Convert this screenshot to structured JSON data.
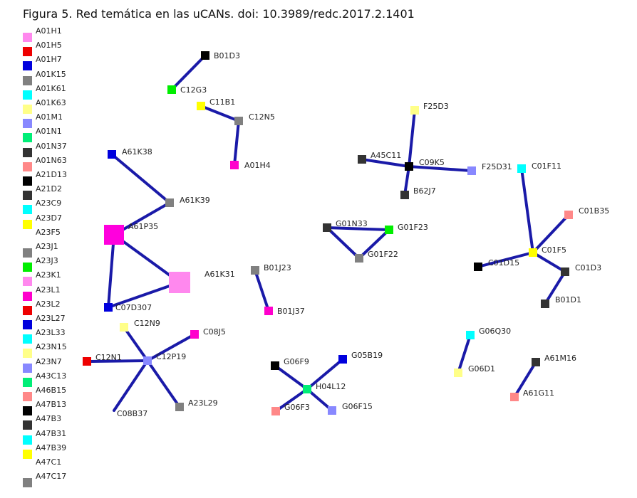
{
  "figure": {
    "title": "Figura 5. Red temática en las uCANs. doi: 10.3989/redc.2017.2.1401"
  },
  "legend": [
    {
      "label": "A01H1",
      "color": "#ff88ee"
    },
    {
      "label": "A01H5",
      "color": "#ee0000"
    },
    {
      "label": "A01H7",
      "color": "#0000dd"
    },
    {
      "label": "A01K15",
      "color": "#808080"
    },
    {
      "label": "A01K61",
      "color": "#00ffff"
    },
    {
      "label": "A01K63",
      "color": "#ffff88"
    },
    {
      "label": "A01M1",
      "color": "#8888ff"
    },
    {
      "label": "A01N1",
      "color": "#00ee77"
    },
    {
      "label": "A01N37",
      "color": "#333333"
    },
    {
      "label": "A01N63",
      "color": "#ff8888"
    },
    {
      "label": "A21D13",
      "color": "#000000"
    },
    {
      "label": "A21D2",
      "color": "#333333"
    },
    {
      "label": "A23C9",
      "color": "#00ffff"
    },
    {
      "label": "A23D7",
      "color": "#ffff00"
    },
    {
      "label": "A23F5",
      "color": null
    },
    {
      "label": "A23J1",
      "color": "#808080"
    },
    {
      "label": "A23J3",
      "color": "#00ee00"
    },
    {
      "label": "A23K1",
      "color": "#ff88ee"
    },
    {
      "label": "A23L1",
      "color": "#ff00cc"
    },
    {
      "label": "A23L2",
      "color": "#ee0000"
    },
    {
      "label": "A23L27",
      "color": "#0000dd"
    },
    {
      "label": "A23L33",
      "color": "#00ffff"
    },
    {
      "label": "A23N15",
      "color": "#ffff88"
    },
    {
      "label": "A23N7",
      "color": "#8888ff"
    },
    {
      "label": "A43C13",
      "color": "#00ee77"
    },
    {
      "label": "A46B15",
      "color": "#ff8888"
    },
    {
      "label": "A47B13",
      "color": "#000000"
    },
    {
      "label": "A47B3",
      "color": "#333333"
    },
    {
      "label": "A47B31",
      "color": "#00ffff"
    },
    {
      "label": "A47B39",
      "color": "#ffff00"
    },
    {
      "label": "A47C1",
      "color": null
    },
    {
      "label": "A47C17",
      "color": "#808080"
    }
  ],
  "nodes": [
    {
      "id": "B01D3",
      "label": "B01D3",
      "color": "#000000"
    },
    {
      "id": "C12G3",
      "label": "C12G3",
      "color": "#00ee00"
    },
    {
      "id": "C11B1",
      "label": "C11B1",
      "color": "#ffff00"
    },
    {
      "id": "C12N5",
      "label": "C12N5",
      "color": "#808080"
    },
    {
      "id": "A01H4",
      "label": "A01H4",
      "color": "#ff00cc"
    },
    {
      "id": "A61K38",
      "label": "A61K38",
      "color": "#0000dd"
    },
    {
      "id": "A61K39",
      "label": "A61K39",
      "color": "#808080"
    },
    {
      "id": "A61P35",
      "label": "A61P35",
      "color": "#ff00dd"
    },
    {
      "id": "A61K31",
      "label": "A61K31",
      "color": "#ff88ee"
    },
    {
      "id": "C07D307",
      "label": "C07D307",
      "color": "#0000dd"
    },
    {
      "id": "B01J23",
      "label": "B01J23",
      "color": "#808080"
    },
    {
      "id": "B01J37",
      "label": "B01J37",
      "color": "#ff00cc"
    },
    {
      "id": "C12N9",
      "label": "C12N9",
      "color": "#ffff88"
    },
    {
      "id": "C08J5",
      "label": "C08J5",
      "color": "#ff00cc"
    },
    {
      "id": "C12N1",
      "label": "C12N1",
      "color": "#ee0000"
    },
    {
      "id": "C12P19",
      "label": "C12P19",
      "color": "#8888ff"
    },
    {
      "id": "C08B37",
      "label": "C08B37",
      "color": null
    },
    {
      "id": "A23L29",
      "label": "A23L29",
      "color": "#808080"
    },
    {
      "id": "F25D3",
      "label": "F25D3",
      "color": "#ffff88"
    },
    {
      "id": "A45C11",
      "label": "A45C11",
      "color": "#333333"
    },
    {
      "id": "C09K5",
      "label": "C09K5",
      "color": "#000000"
    },
    {
      "id": "F25D31",
      "label": "F25D31",
      "color": "#8888ff"
    },
    {
      "id": "B62J7",
      "label": "B62J7",
      "color": "#333333"
    },
    {
      "id": "G01N33",
      "label": "G01N33",
      "color": "#333333"
    },
    {
      "id": "G01F23",
      "label": "G01F23",
      "color": "#00ee00"
    },
    {
      "id": "G01F22",
      "label": "G01F22",
      "color": "#808080"
    },
    {
      "id": "C01F11",
      "label": "C01F11",
      "color": "#00ffff"
    },
    {
      "id": "C01B35",
      "label": "C01B35",
      "color": "#ff8888"
    },
    {
      "id": "C01F5",
      "label": "C01F5",
      "color": "#ffff00"
    },
    {
      "id": "C01D15",
      "label": "C01D15",
      "color": "#000000"
    },
    {
      "id": "C01D3",
      "label": "C01D3",
      "color": "#333333"
    },
    {
      "id": "B01D1",
      "label": "B01D1",
      "color": "#333333"
    },
    {
      "id": "G06F9",
      "label": "G06F9",
      "color": "#000000"
    },
    {
      "id": "G05B19",
      "label": "G05B19",
      "color": "#0000dd"
    },
    {
      "id": "H04L12",
      "label": "H04L12",
      "color": "#00ee77"
    },
    {
      "id": "G06F3",
      "label": "G06F3",
      "color": "#ff8888"
    },
    {
      "id": "G06F15",
      "label": "G06F15",
      "color": "#8888ff"
    },
    {
      "id": "G06Q30",
      "label": "G06Q30",
      "color": "#00ffff"
    },
    {
      "id": "G06D1",
      "label": "G06D1",
      "color": "#ffff88"
    },
    {
      "id": "A61M16",
      "label": "A61M16",
      "color": "#333333"
    },
    {
      "id": "A61G11",
      "label": "A61G11",
      "color": "#ff8888"
    }
  ],
  "edges": [
    [
      "B01D3",
      "C12G3"
    ],
    [
      "C11B1",
      "C12N5"
    ],
    [
      "C12N5",
      "A01H4"
    ],
    [
      "A61K38",
      "A61K39"
    ],
    [
      "A61K39",
      "A61P35"
    ],
    [
      "A61P35",
      "A61K31"
    ],
    [
      "A61P35",
      "C07D307"
    ],
    [
      "C07D307",
      "A61K31"
    ],
    [
      "B01J23",
      "B01J37"
    ],
    [
      "C12N9",
      "C12P19"
    ],
    [
      "C08J5",
      "C12P19"
    ],
    [
      "C12N1",
      "C12P19"
    ],
    [
      "C12P19",
      "C08B37"
    ],
    [
      "C12P19",
      "A23L29"
    ],
    [
      "F25D3",
      "C09K5"
    ],
    [
      "A45C11",
      "C09K5"
    ],
    [
      "C09K5",
      "F25D31"
    ],
    [
      "C09K5",
      "B62J7"
    ],
    [
      "G01N33",
      "G01F23"
    ],
    [
      "G01N33",
      "G01F22"
    ],
    [
      "G01F22",
      "G01F23"
    ],
    [
      "C01F11",
      "C01F5"
    ],
    [
      "C01B35",
      "C01F5"
    ],
    [
      "C01D15",
      "C01F5"
    ],
    [
      "C01F5",
      "C01D3"
    ],
    [
      "C01D3",
      "B01D1"
    ],
    [
      "G06F9",
      "H04L12"
    ],
    [
      "G05B19",
      "H04L12"
    ],
    [
      "H04L12",
      "G06F3"
    ],
    [
      "H04L12",
      "G06F15"
    ],
    [
      "G06Q30",
      "G06D1"
    ],
    [
      "A61M16",
      "A61G11"
    ]
  ]
}
